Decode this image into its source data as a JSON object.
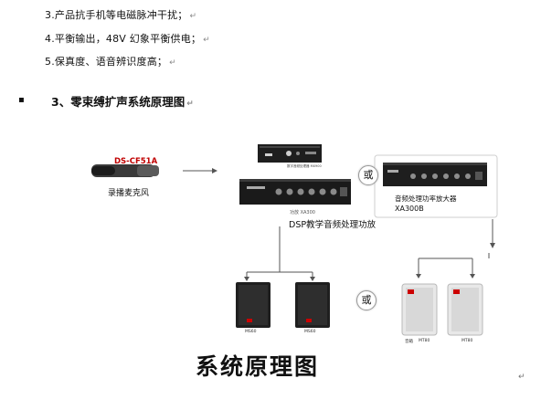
{
  "features": [
    {
      "text": "3.产品抗手机等电磁脉冲干扰；"
    },
    {
      "text": "4.平衡输出，48V 幻象平衡供电；"
    },
    {
      "text": "5.保真度、语音辨识度高；"
    }
  ],
  "paragraph_mark": "↵",
  "bullet": "▪",
  "section_heading": "3、零束缚扩声系统原理图",
  "diagram": {
    "mic_model": "DS-CF51A",
    "mic_name": "录播麦克风",
    "mixer_caption": "数字音频处理器 MX900",
    "amp_caption": "功放 XA300",
    "amp_name": "DSP教学音频处理功放",
    "or_label": "或",
    "amp_b_name": "音频处理功率放大器",
    "amp_b_model": "XA300B",
    "speaker_labels": [
      "MS60",
      "MS60",
      "音箱",
      "MT80",
      "MT80"
    ],
    "title": "系统原理图"
  }
}
